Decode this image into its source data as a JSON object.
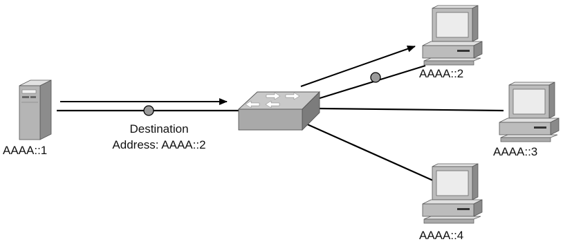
{
  "nodes": {
    "server": {
      "address": "AAAA::1"
    },
    "switch": {},
    "pc_top": {
      "address": "AAAA::2"
    },
    "pc_middle": {
      "address": "AAAA::3"
    },
    "pc_bottom": {
      "address": "AAAA::4"
    }
  },
  "annotation": {
    "line1": "Destination",
    "line2": "Address: AAAA::2"
  },
  "colors": {
    "line": "#000000",
    "device_light": "#d4d4d4",
    "device_mid": "#a9a9a9",
    "device_dark": "#6b6b6b",
    "screen": "#ececec",
    "packet": "#9a9a9a"
  }
}
